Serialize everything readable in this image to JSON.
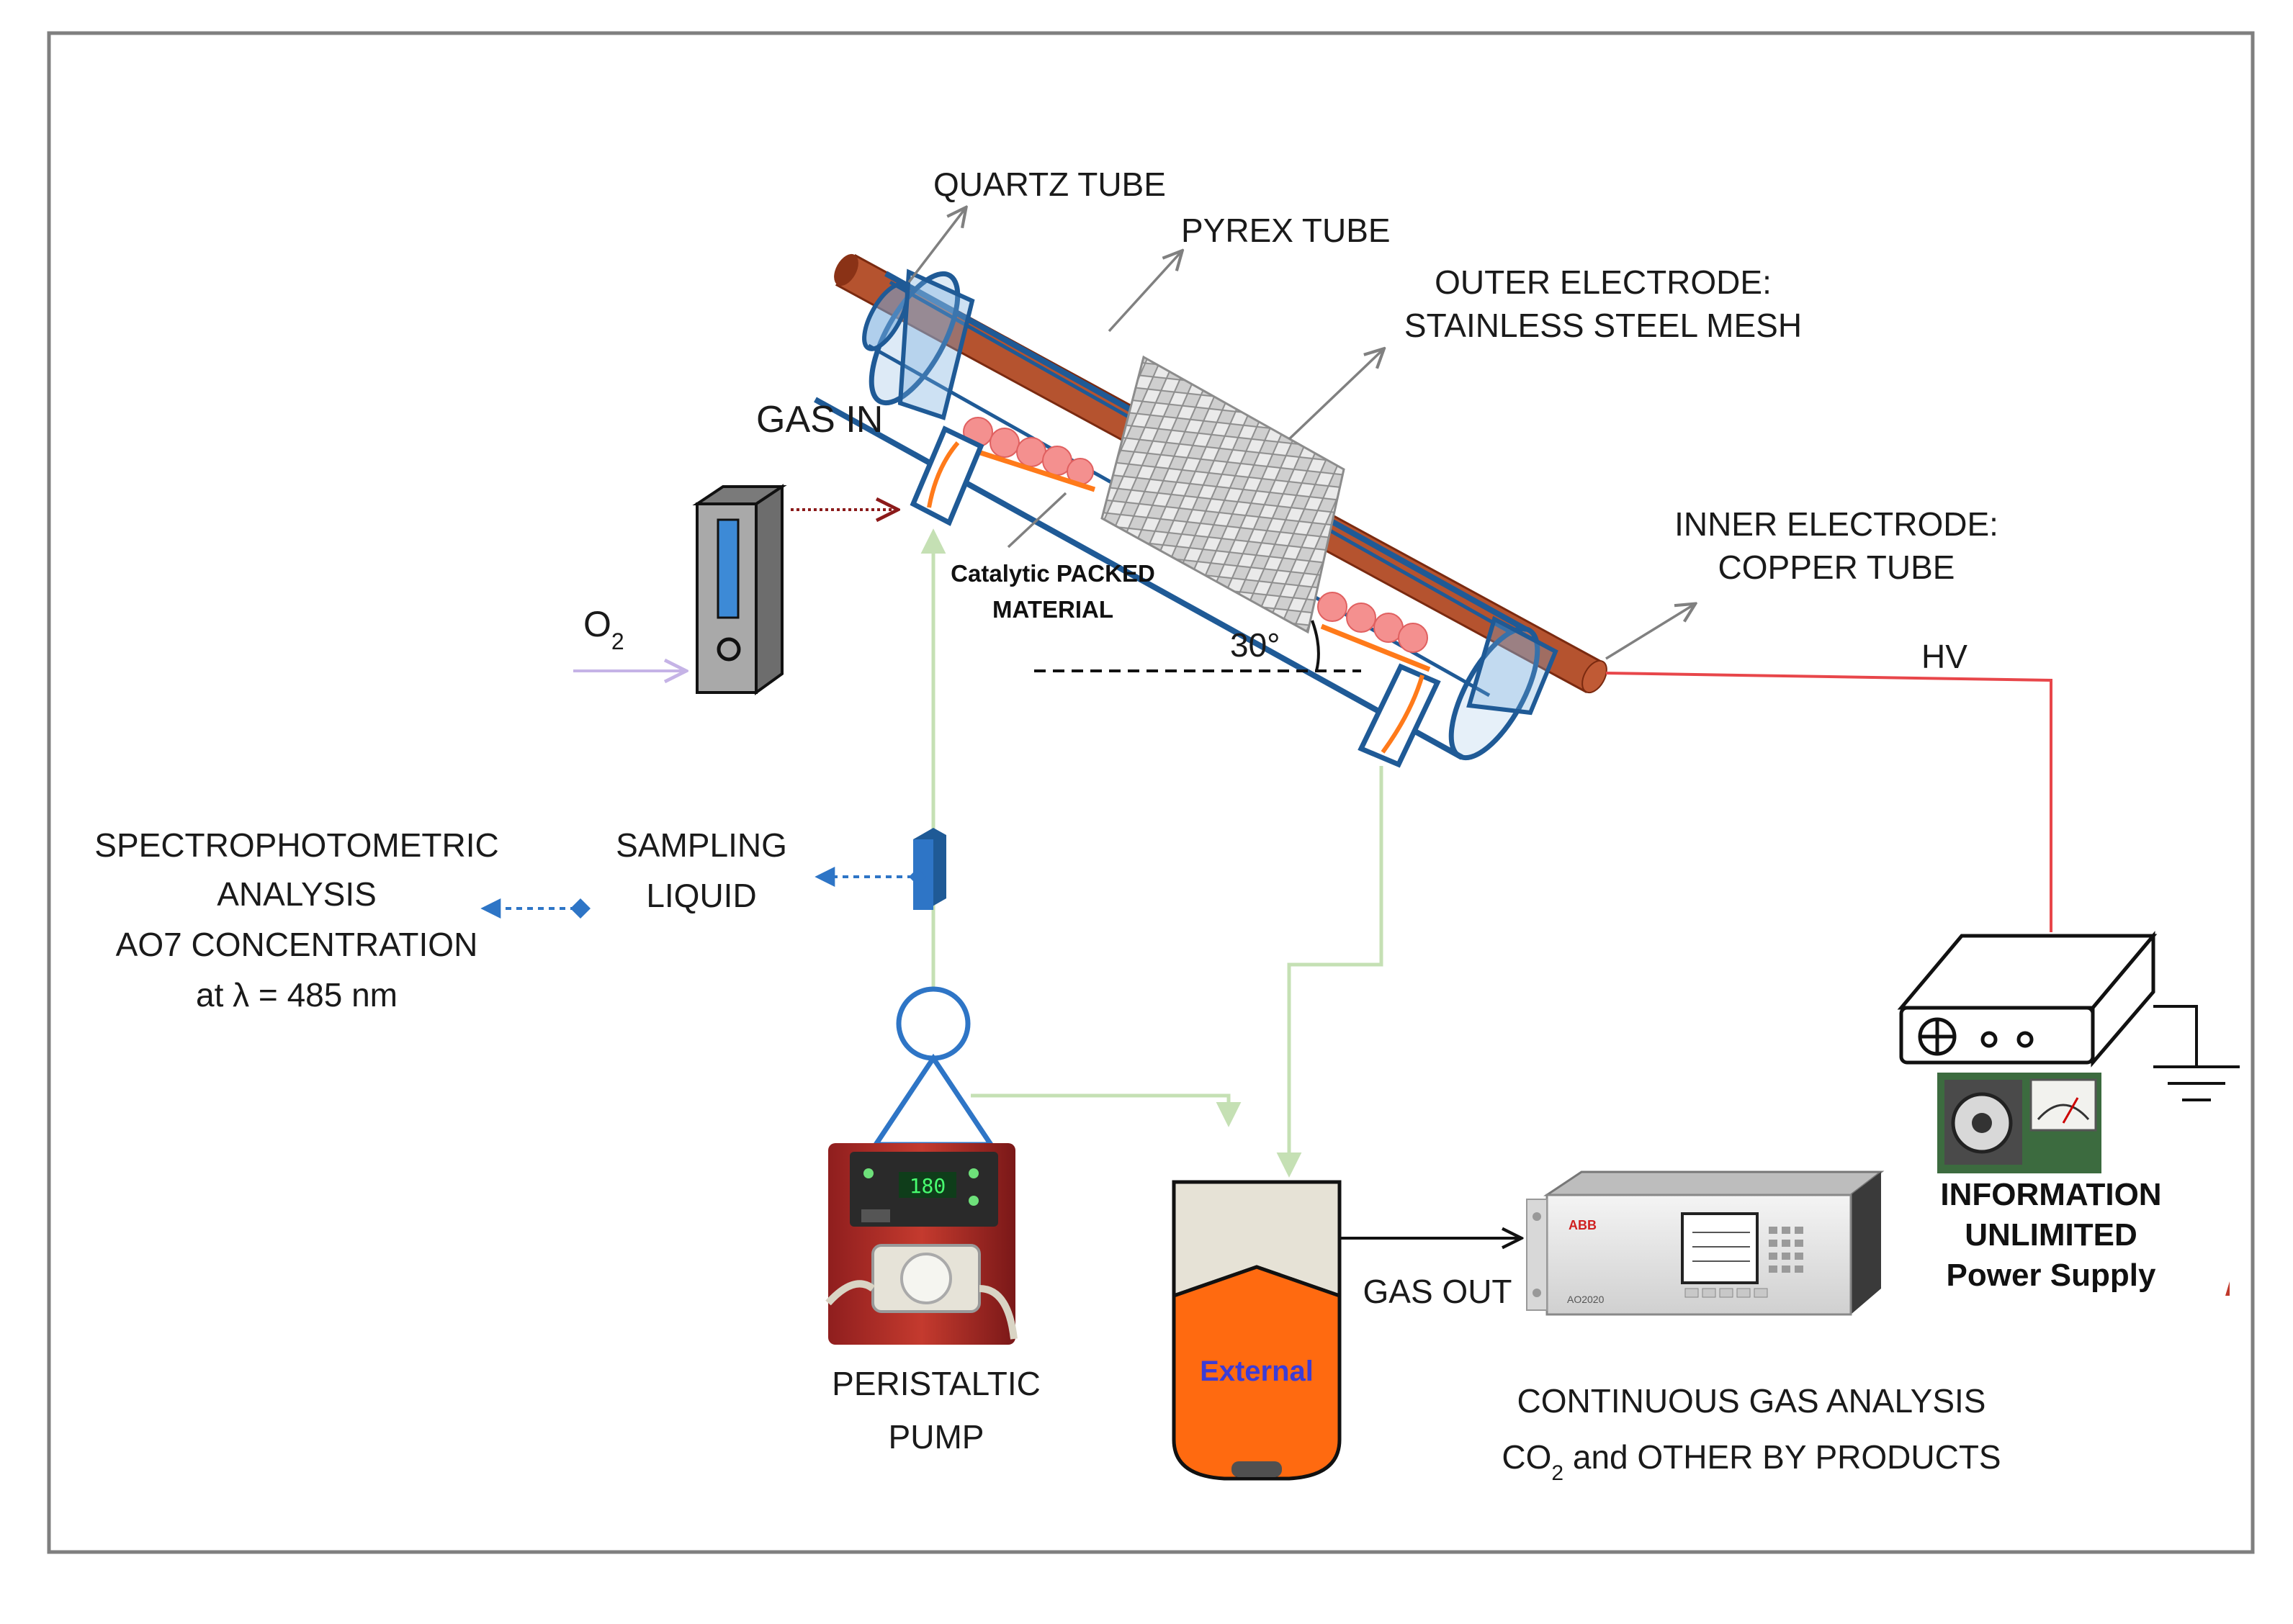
{
  "labels": {
    "quartz_tube": "QUARTZ TUBE",
    "pyrex_tube": "PYREX TUBE",
    "outer_electrode_1": "OUTER ELECTRODE:",
    "outer_electrode_2": "STAINLESS STEEL MESH",
    "gas_in": "GAS IN",
    "inner_electrode_1": "INNER ELECTRODE:",
    "inner_electrode_2": "COPPER TUBE",
    "catalytic_1": "Catalytic PACKED",
    "catalytic_2": "MATERIAL",
    "angle": "30°",
    "hv": "HV",
    "o2_main": "O",
    "o2_sub": "2",
    "spectro_1": "SPECTROPHOTOMETRIC",
    "spectro_2": "ANALYSIS",
    "spectro_3": "AO7 CONCENTRATION",
    "spectro_4": "at λ = 485 nm",
    "sampling_1": "SAMPLING",
    "sampling_2": "LIQUID",
    "pump_1": "PERISTALTIC",
    "pump_2": "PUMP",
    "external": "External",
    "gas_out": "GAS OUT",
    "analysis_1": "CONTINUOUS GAS ANALYSIS",
    "analysis_2_pre": "CO",
    "analysis_2_sub": "2",
    "analysis_2_post": " and OTHER BY PRODUCTS",
    "power_1": "INFORMATION",
    "power_2": "UNLIMITED",
    "power_3": "Power Supply",
    "analyzer_brand": "ABB",
    "analyzer_model": "AO2020",
    "pump_display": "180"
  },
  "colors": {
    "frame": "#7f7f7f",
    "tube_blue": "#1f5a96",
    "copper": "#b5532f",
    "copper_dark": "#8a3216",
    "quartz_fill": "#6fa8dc",
    "flow_green": "#c5e0b4",
    "hv_red": "#e8464a",
    "sampling_blue": "#2e75c6",
    "o2_arrow": "#c5b3e6",
    "gas_dotted": "#8b1a1a",
    "packing": "#f4908f",
    "tank_top": "#e6e2d6",
    "tank_bottom": "#ff6a10",
    "external_text": "#3c3cd6"
  }
}
